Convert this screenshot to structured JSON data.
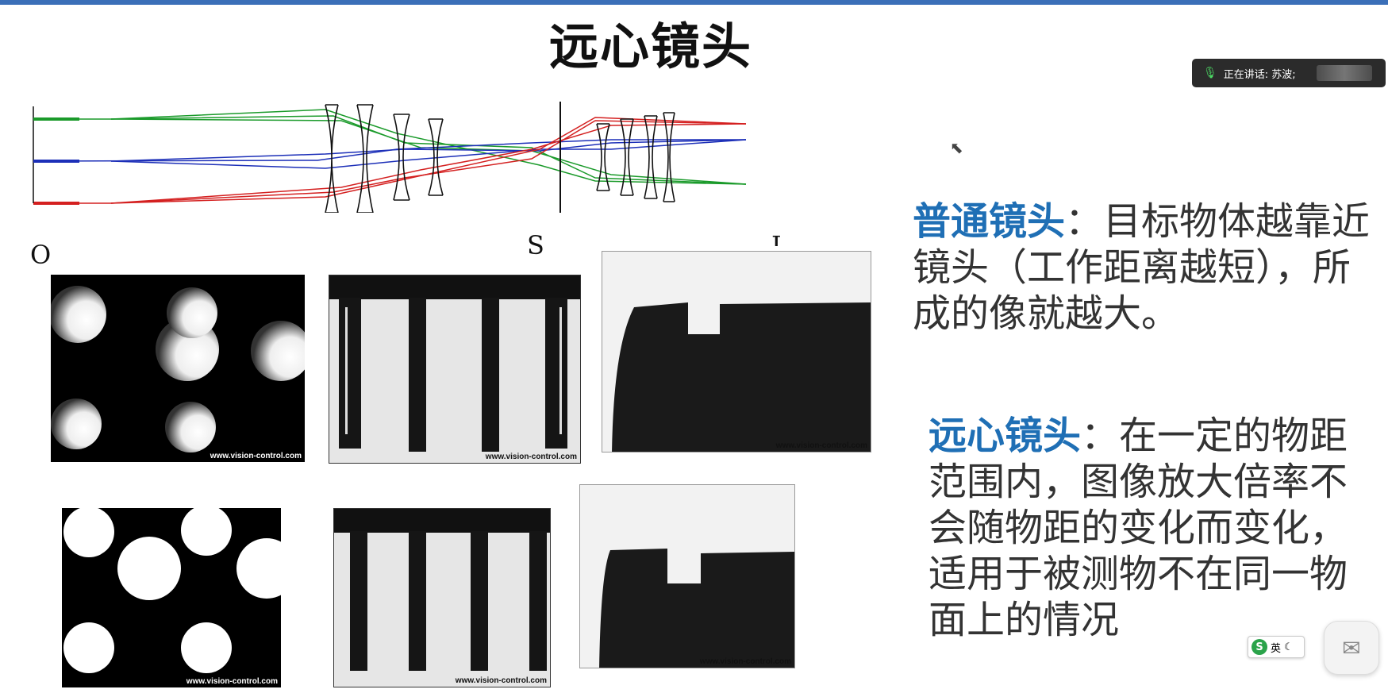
{
  "slide": {
    "title": "远心镜头",
    "labels": {
      "object": "O",
      "stop": "S",
      "image": "I"
    },
    "watermark": "www.vision-control.com",
    "paragraph1": {
      "highlight": "普通镜头",
      "text": "：目标物体越靠近镜头（工作距离越短），所成的像就越大。"
    },
    "paragraph2": {
      "highlight": "远心镜头",
      "text": "：在一定的物距范围内，图像放大倍率不会随物距的变化而变化，适用于被测物不在同一物面上的情况"
    }
  },
  "meeting": {
    "speaking_label": "正在讲话: 苏波;"
  },
  "ime": {
    "logo": "S",
    "lang": "英"
  },
  "colors": {
    "green_ray": "#1a9a2a",
    "blue_ray": "#1c2fb8",
    "red_ray": "#d42020",
    "highlight": "#1f6fb5"
  },
  "icons": [
    "microphone-icon",
    "cursor-icon",
    "ime-logo-icon",
    "floating-assistant-icon"
  ]
}
